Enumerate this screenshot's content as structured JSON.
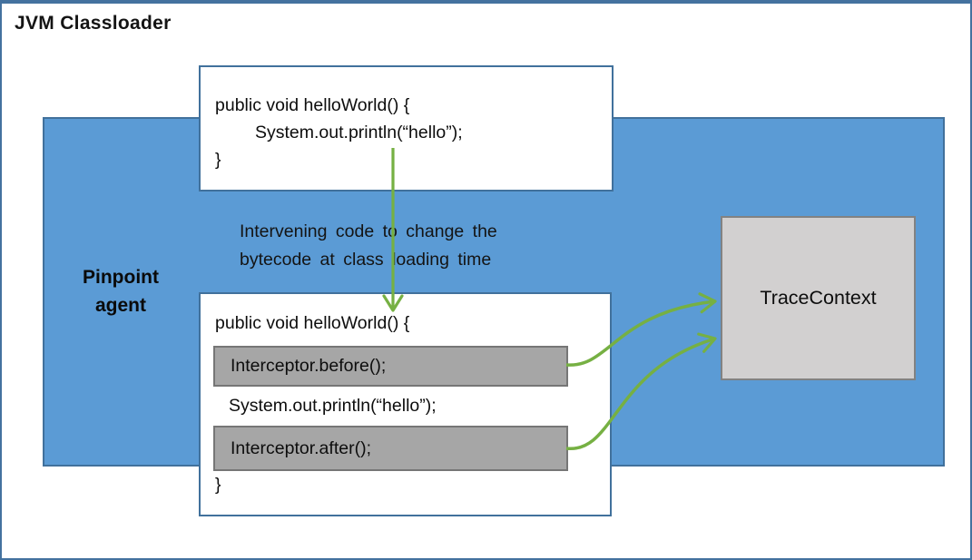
{
  "title": "JVM Classloader",
  "agent": {
    "line1": "Pinpoint",
    "line2": "agent"
  },
  "annotation": {
    "line1": "Intervening code to change the",
    "line2": "bytecode at class loading time"
  },
  "original_code": {
    "line1": "public void helloWorld() {",
    "line2": "System.out.println(“hello”);",
    "line3": "}"
  },
  "instrumented_code": {
    "line1": "public void helloWorld() {",
    "interceptor_before": "Interceptor.before();",
    "println": "System.out.println(“hello”);",
    "interceptor_after": "Interceptor.after();",
    "close_brace": "}"
  },
  "trace_context": {
    "label": "TraceContext"
  },
  "colors": {
    "agent_fill": "#5B9BD5",
    "agent_border": "#41719C",
    "code_box_border": "#41719C",
    "interceptor_fill": "#A6A6A6",
    "interceptor_border": "#767676",
    "trace_fill": "#D2D0D0",
    "trace_border": "#828282",
    "arrow": "#76B043",
    "outer_border": "#44729F"
  }
}
